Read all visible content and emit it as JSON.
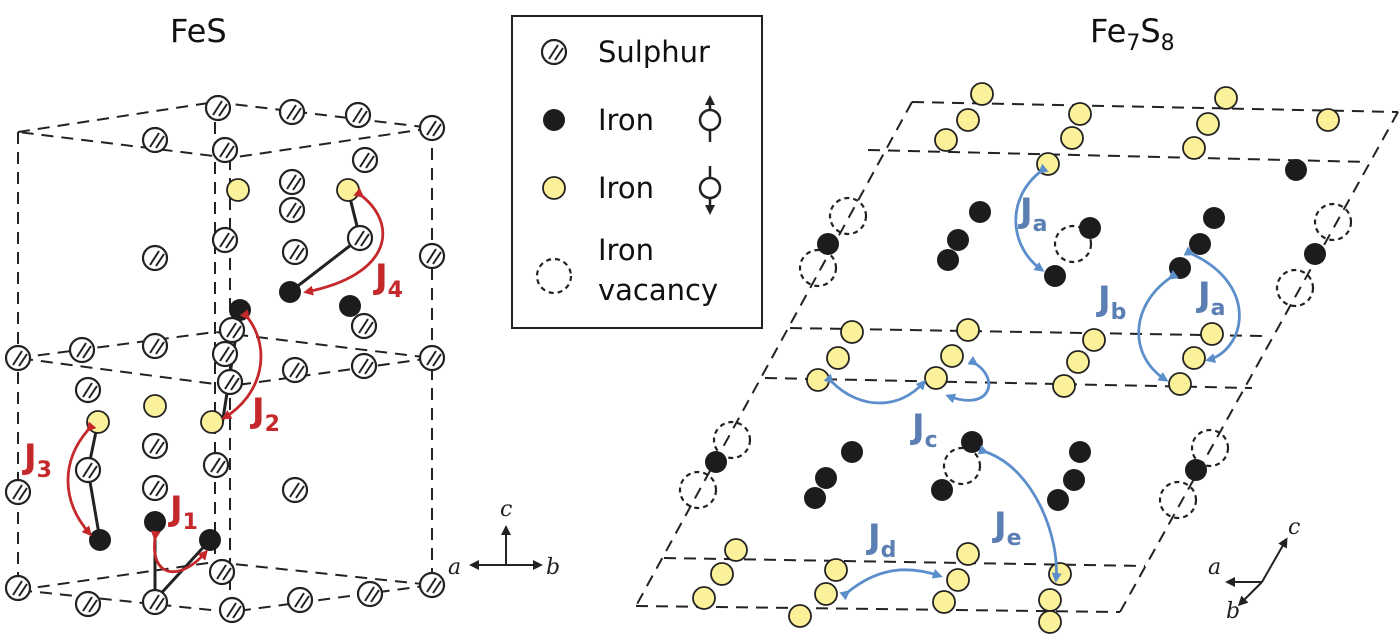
{
  "panels": {
    "left_title_base": "FeS",
    "right_title": {
      "el1": "Fe",
      "sub1": "7",
      "el2": "S",
      "sub2": "8"
    }
  },
  "legend": {
    "sulphur": "Sulphur",
    "iron_up": "Iron",
    "iron_down": "Iron",
    "vacancy_line1": "Iron",
    "vacancy_line2": "vacancy"
  },
  "exchange_labels": {
    "j": "J",
    "j1": "1",
    "j2": "2",
    "j3": "3",
    "j4": "4",
    "ja": "a",
    "jb": "b",
    "jc": "c",
    "jd": "d",
    "je": "e"
  },
  "axes_left": {
    "a": "a",
    "b": "b",
    "c": "c"
  },
  "axes_right": {
    "a": "a",
    "b": "b",
    "c": "c"
  },
  "colors": {
    "iron_up": "#1c1c1c",
    "iron_down": "#fbf19a",
    "arrow_fes": "#c4282a",
    "arrow_fe7s8": "#5b8ecb"
  }
}
